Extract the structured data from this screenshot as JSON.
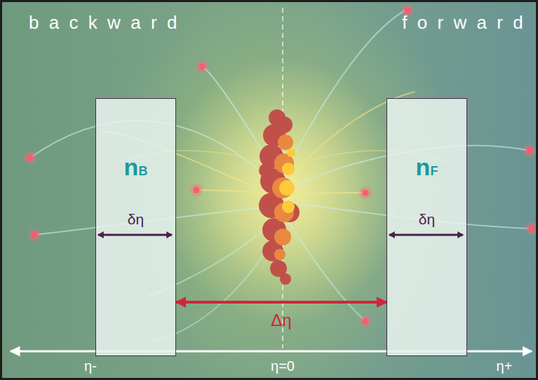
{
  "diagram": {
    "nodes": [
      {
        "text": [
          "nB",
          "δη"
        ]
      },
      {
        "text": [
          "nF",
          "δη"
        ]
      }
    ],
    "edges": [
      {
        "from": 0,
        "to": 1,
        "arrow": "both",
        "label": "Δη"
      }
    ],
    "labels": [
      "backward",
      "forward",
      "η-",
      "η=0",
      "η+"
    ]
  }
}
